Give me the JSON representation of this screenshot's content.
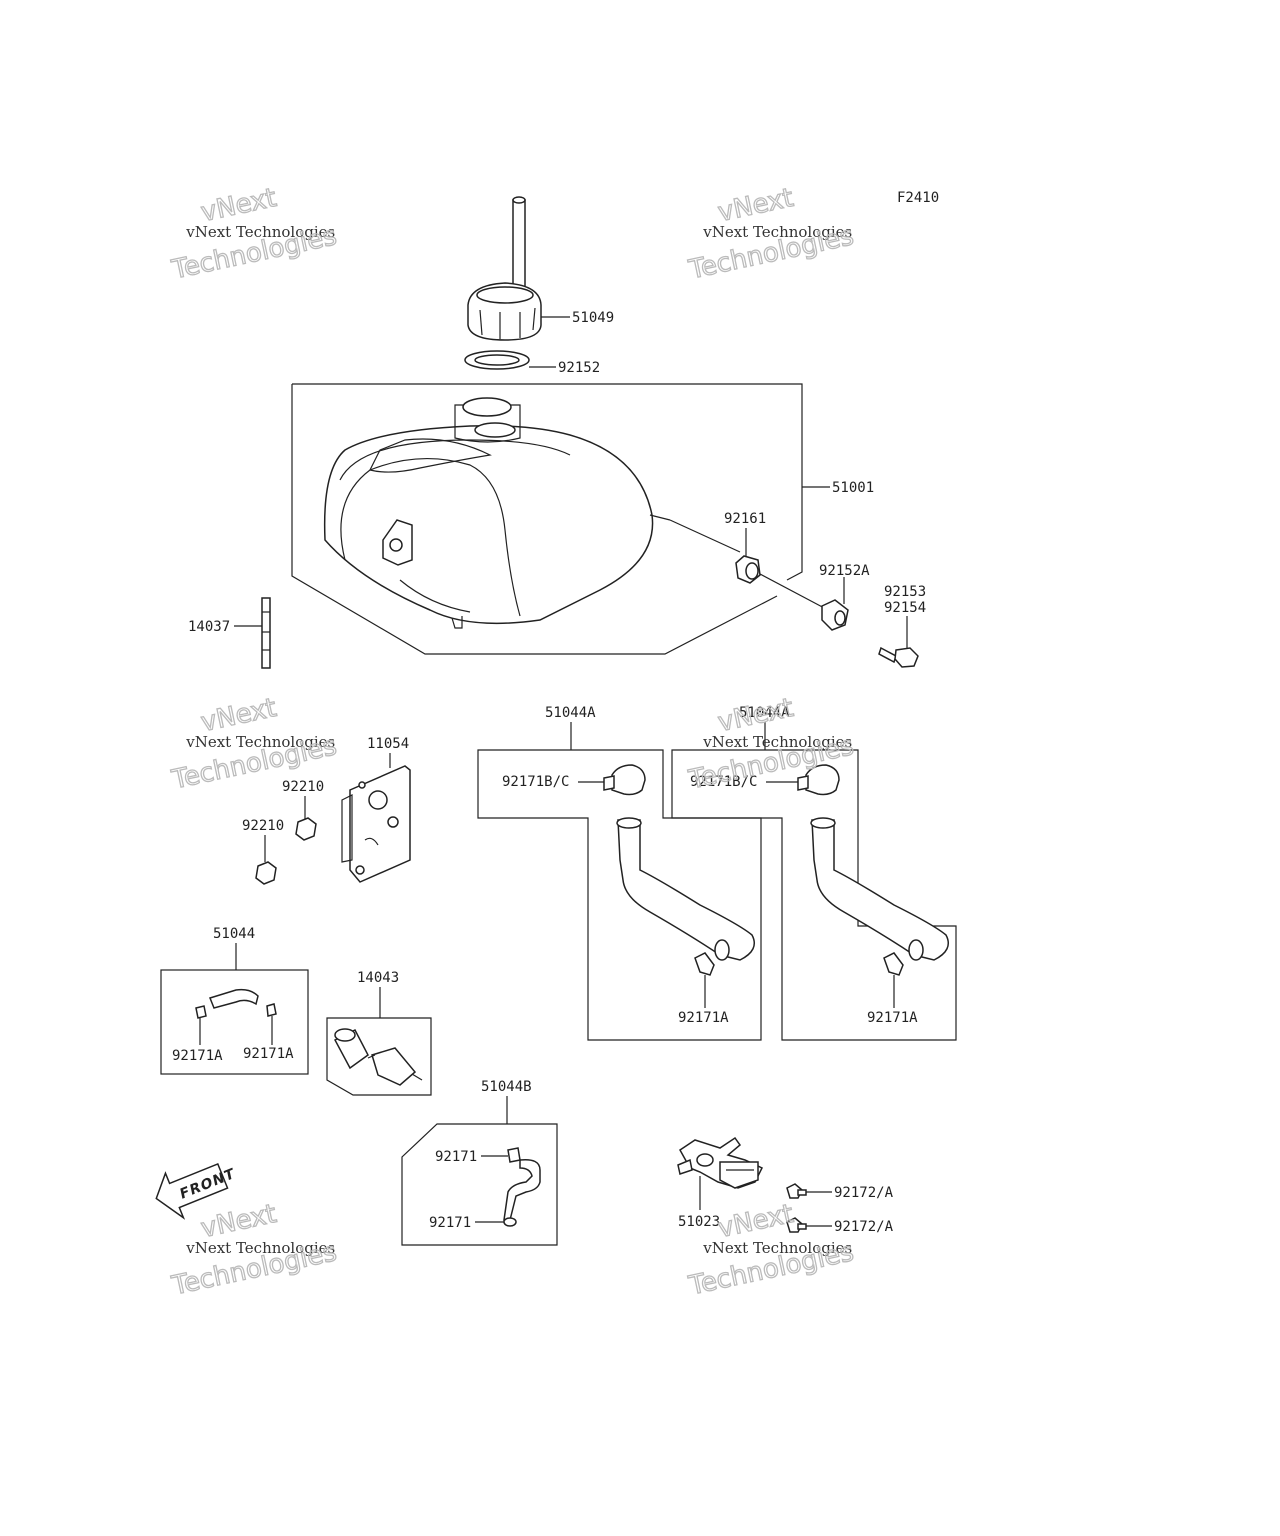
{
  "diagram_code": "F2410",
  "watermark": {
    "line1": "vNext Technologies",
    "line2": "vNext Technologies",
    "line3": "Technologies"
  },
  "labels": {
    "p51049": "51049",
    "p92152": "92152",
    "p51001": "51001",
    "p92161": "92161",
    "p92152a": "92152A",
    "p92153": "92153",
    "p92154": "92154",
    "p14037": "14037",
    "p51044a_left": "51044A",
    "p51044a_right": "51044A",
    "p92171bc_left": "92171B/C",
    "p92171bc_right": "92171B/C",
    "p92171a_left": "92171A",
    "p92171a_right": "92171A",
    "p11054": "11054",
    "p92210_a": "92210",
    "p92210_b": "92210",
    "p51044": "51044",
    "p92171a_small_1": "92171A",
    "p92171a_small_2": "92171A",
    "p14043": "14043",
    "p51044b": "51044B",
    "p92171_top": "92171",
    "p92171_bottom": "92171",
    "p51023": "51023",
    "p92172a_top": "92172/A",
    "p92172a_bottom": "92172/A",
    "front": "FRONT"
  }
}
